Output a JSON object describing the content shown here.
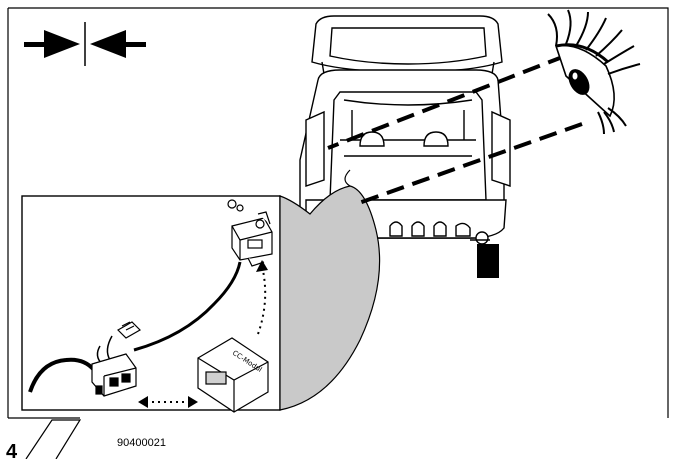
{
  "figure": {
    "doc_number": "90400021",
    "page_number": "4",
    "module_label": "CC-Modul"
  },
  "icons": {
    "align_arrows": "inward-arrows-icon",
    "eye": "eye-icon"
  }
}
